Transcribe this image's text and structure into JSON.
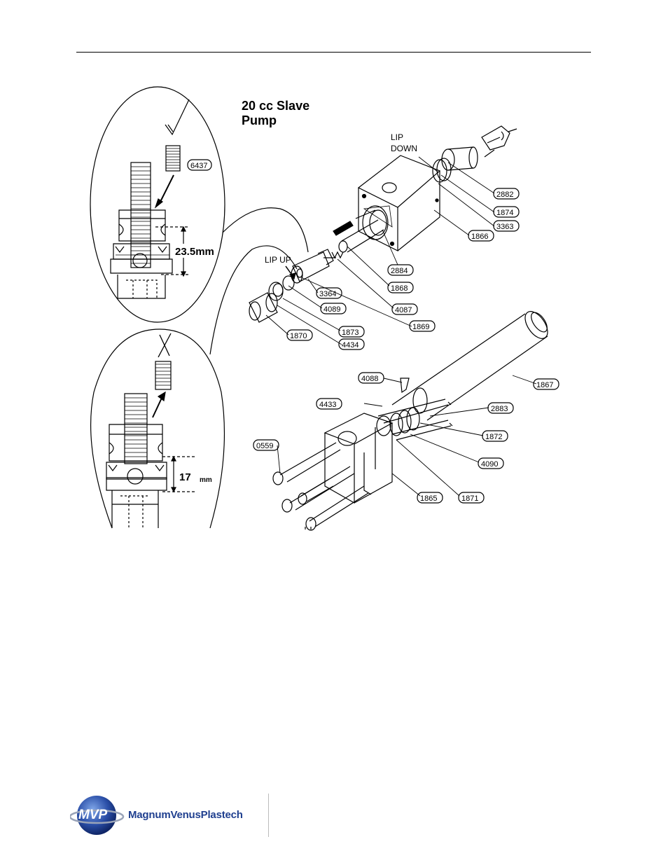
{
  "diagram": {
    "title_line1": "20 cc Slave",
    "title_line2": "Pump",
    "lip_down_line1": "LIP",
    "lip_down_line2": "DOWN",
    "lip_up": "LIP UP",
    "dim_correct": "23.5mm",
    "dim_wrong_value": "17",
    "dim_wrong_unit": "mm",
    "check_mark": "✓",
    "x_mark": "✗",
    "part_numbers": {
      "p6437": "6437",
      "p2882": "2882",
      "p1874": "1874",
      "p3363": "3363",
      "p1866": "1866",
      "p2884": "2884",
      "p1868": "1868",
      "p4087": "4087",
      "p3364": "3364",
      "p4089": "4089",
      "p1869": "1869",
      "p1873": "1873",
      "p1870": "1870",
      "p4434": "4434",
      "p4088": "4088",
      "p1867": "1867",
      "p4433": "4433",
      "p2883": "2883",
      "p1872": "1872",
      "p0559": "0559",
      "p4090": "4090",
      "p1865": "1865",
      "p1871": "1871"
    }
  },
  "footer": {
    "logo_mark": "MVP",
    "logo_name": "MagnumVenusPlastech",
    "colors": {
      "logo_blue": "#1f3f8f",
      "logo_orb": "#2b4fa8"
    }
  }
}
